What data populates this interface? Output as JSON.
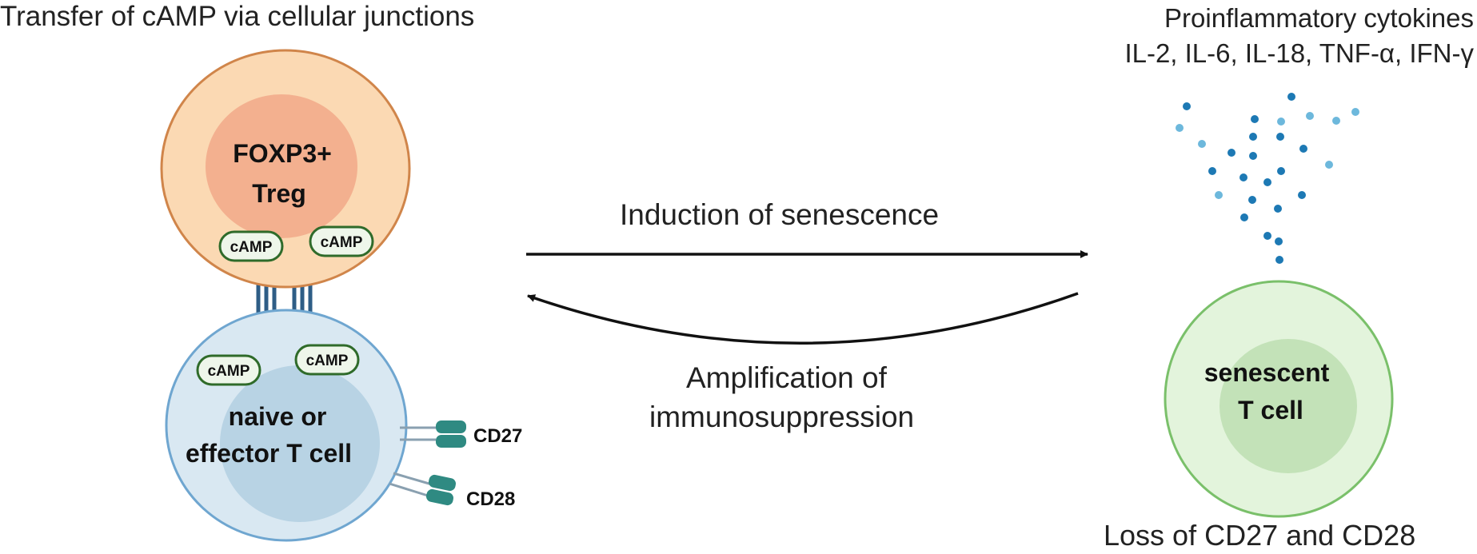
{
  "header": {
    "left_title": "Transfer of cAMP via  cellular junctions",
    "cytokine_title": "Proinflammatory cytokines",
    "cytokine_list": "IL-2, IL-6, IL-18, TNF-α, IFN-γ"
  },
  "treg_cell": {
    "label_line1": "FOXP3+",
    "label_line2": "Treg",
    "camp_left": "cAMP",
    "camp_right": "cAMP"
  },
  "effector_cell": {
    "label_line1": "naive or",
    "label_line2": "effector T cell",
    "camp_left": "cAMP",
    "camp_right": "cAMP",
    "receptor_1": "CD27",
    "receptor_2": "CD28"
  },
  "senescent_cell": {
    "label_line1": "senescent",
    "label_line2": "T cell",
    "footer": "Loss of CD27 and CD28"
  },
  "arrows": {
    "forward_label": "Induction of senescence",
    "backward_label_line1": "Amplification of",
    "backward_label_line2": "immunosuppression"
  },
  "colors": {
    "treg_fill": "#fbd9b3",
    "treg_stroke": "#d0854a",
    "treg_nucleus": "#f3b08f",
    "effector_fill": "#d9e8f2",
    "effector_stroke": "#6fa6d0",
    "effector_nucleus": "#b8d3e4",
    "senescent_fill": "#e3f4dc",
    "senescent_stroke": "#7ac06a",
    "senescent_nucleus": "#c3e2b8",
    "camp_stroke": "#2f6b2a",
    "receptor": "#2f8a82",
    "dot_dark": "#1d79b4",
    "dot_light": "#6db8dc"
  }
}
